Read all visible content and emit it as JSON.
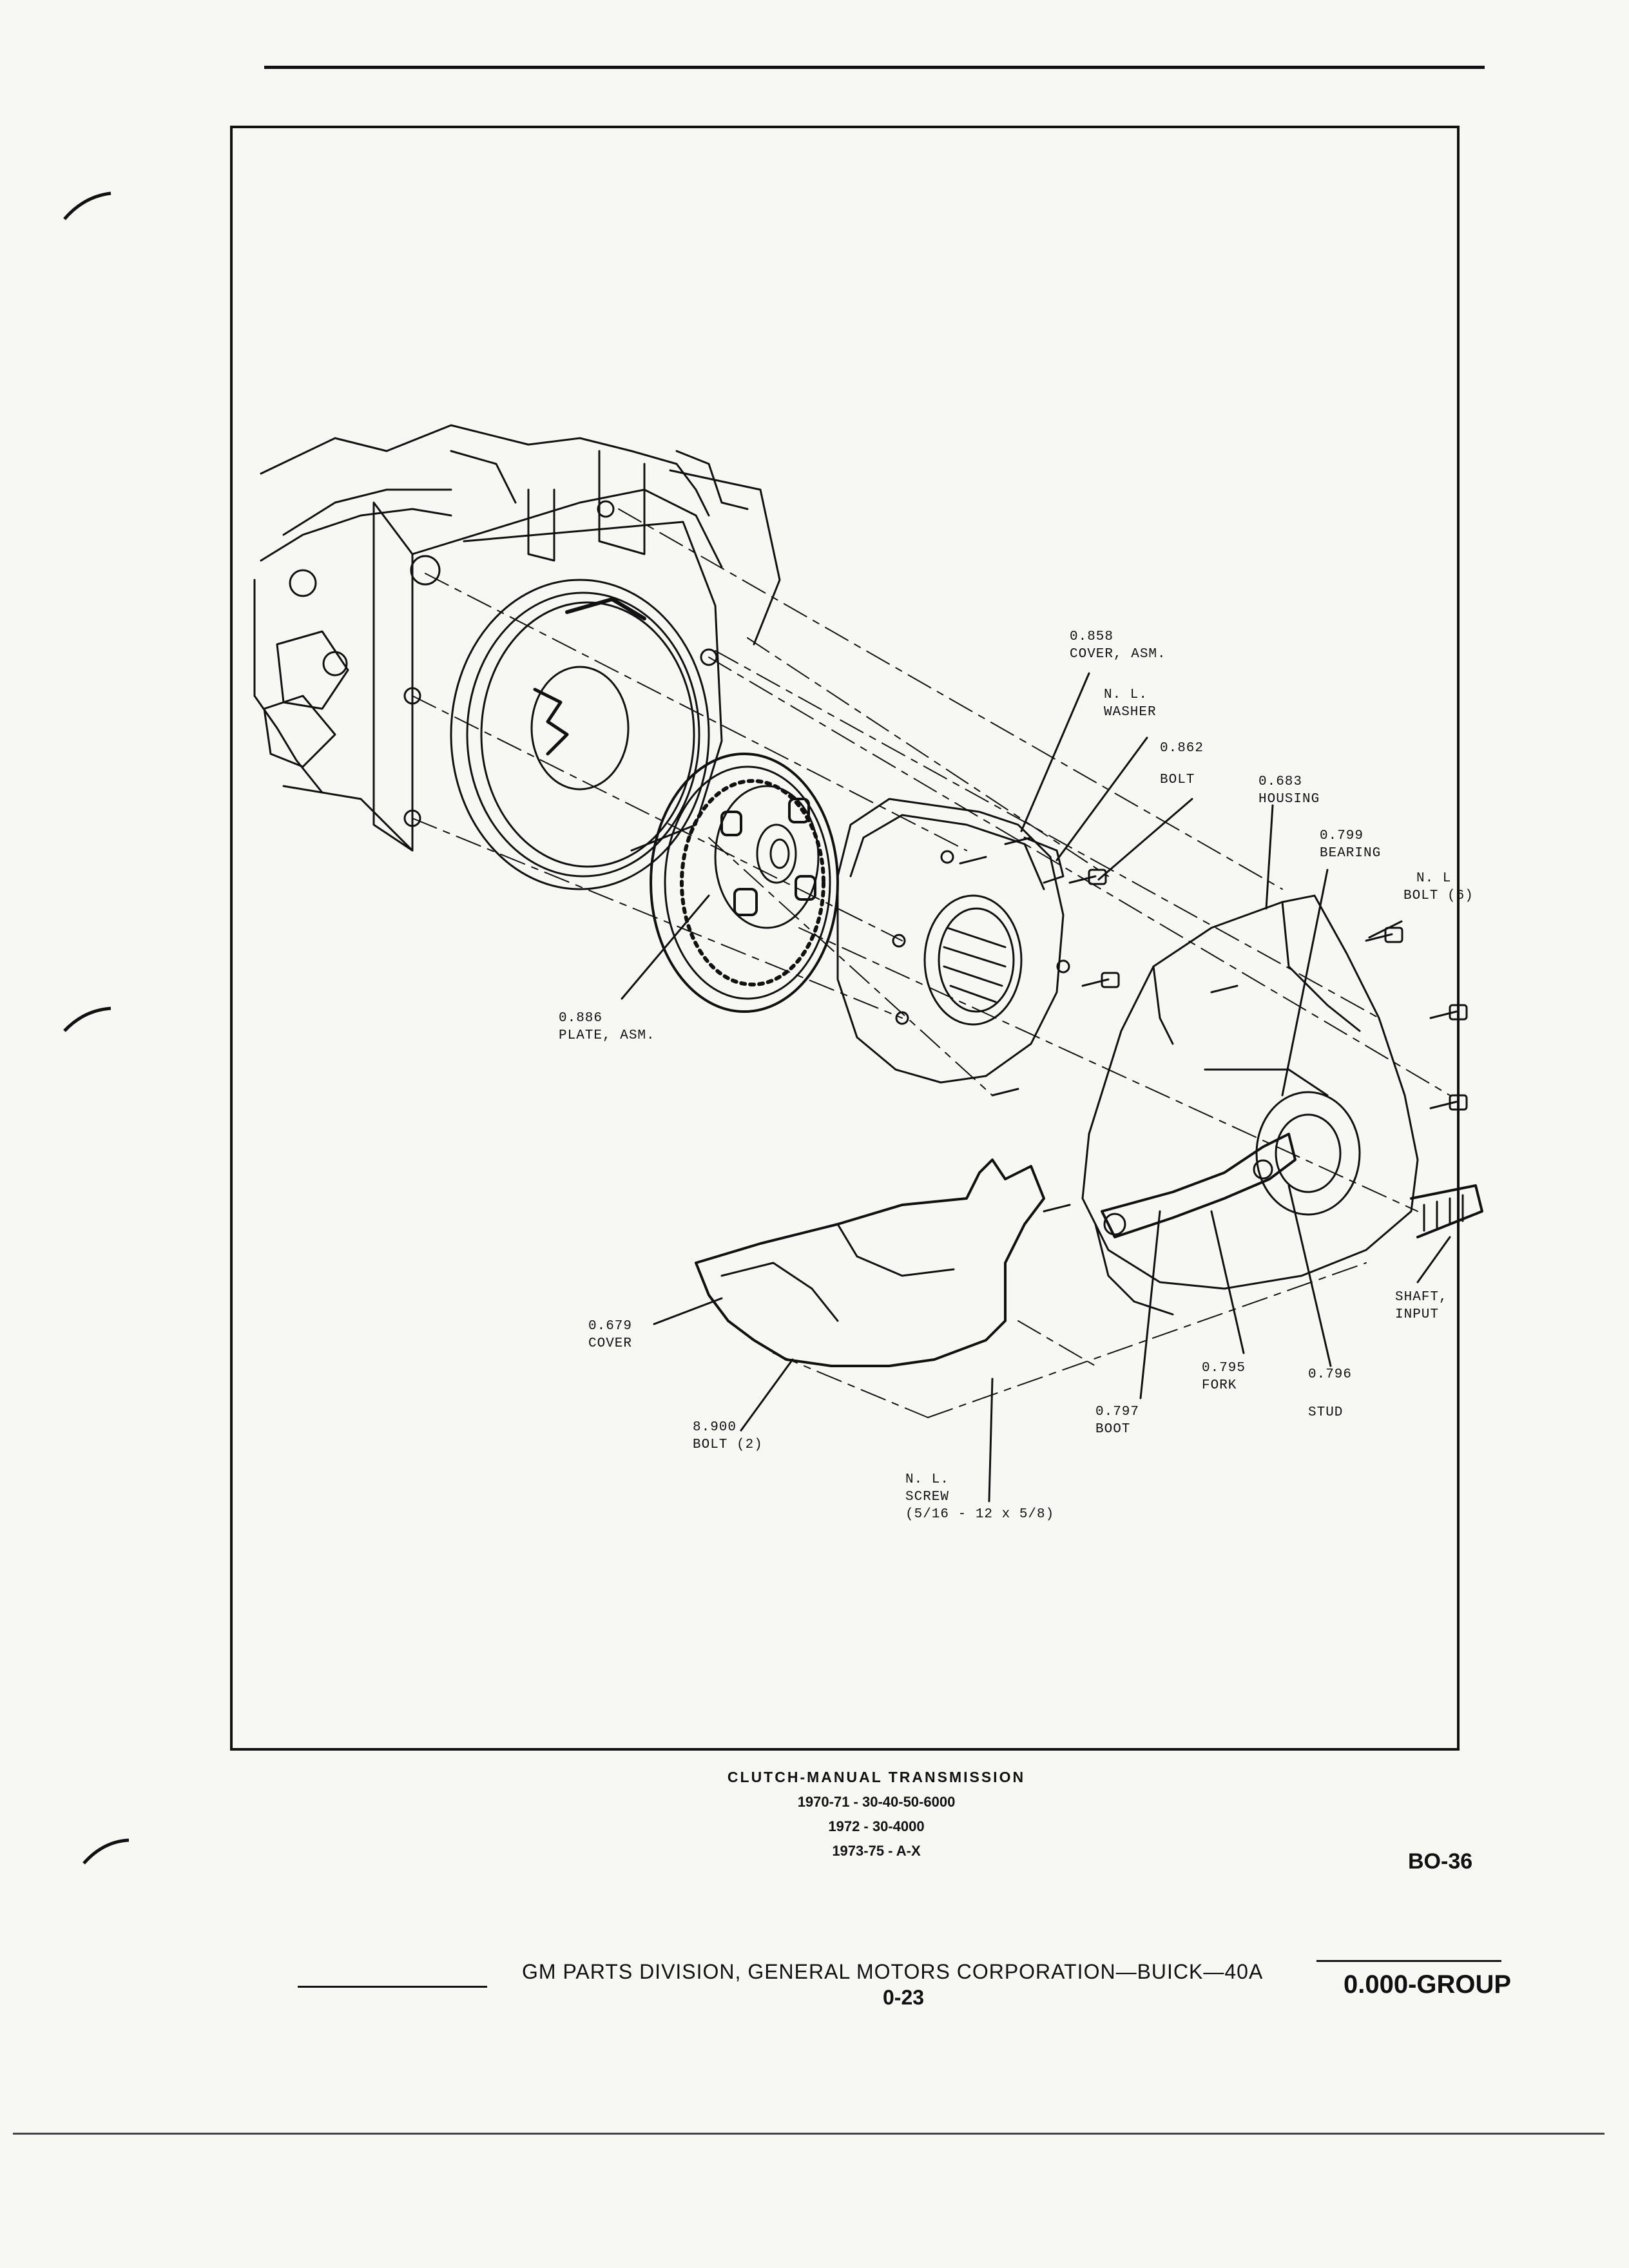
{
  "labels": {
    "cover_asm": [
      "0.858",
      "COVER, ASM."
    ],
    "washer": [
      "N. L.",
      "WASHER"
    ],
    "bolt": [
      "0.862",
      "BOLT"
    ],
    "housing": [
      "0.683",
      "HOUSING"
    ],
    "bearing": [
      "0.799",
      "BEARING"
    ],
    "nl_bolt": [
      "N. L",
      "BOLT (6)"
    ],
    "plate_asm": [
      "0.886",
      "PLATE, ASM."
    ],
    "cover": [
      "0.679",
      "COVER"
    ],
    "bolt2": [
      "8.900",
      "BOLT (2)"
    ],
    "screw": [
      "N. L.",
      "SCREW",
      "(5/16 - 12 x 5/8)"
    ],
    "boot": [
      "0.797",
      "BOOT"
    ],
    "fork": [
      "0.795",
      "FORK"
    ],
    "stud": [
      "0.796",
      "STUD"
    ],
    "shaft": [
      "SHAFT,",
      "INPUT"
    ]
  },
  "caption": {
    "title": "CLUTCH-MANUAL TRANSMISSION",
    "line1": "1970-71 - 30-40-50-6000",
    "line2": "1972 - 30-4000",
    "line3": "1973-75 - A-X"
  },
  "page_code": "BO-36",
  "footer": {
    "publisher": "GM PARTS DIVISION, GENERAL MOTORS CORPORATION—BUICK—40A",
    "page_number": "0-23",
    "group": "0.000-GROUP"
  }
}
